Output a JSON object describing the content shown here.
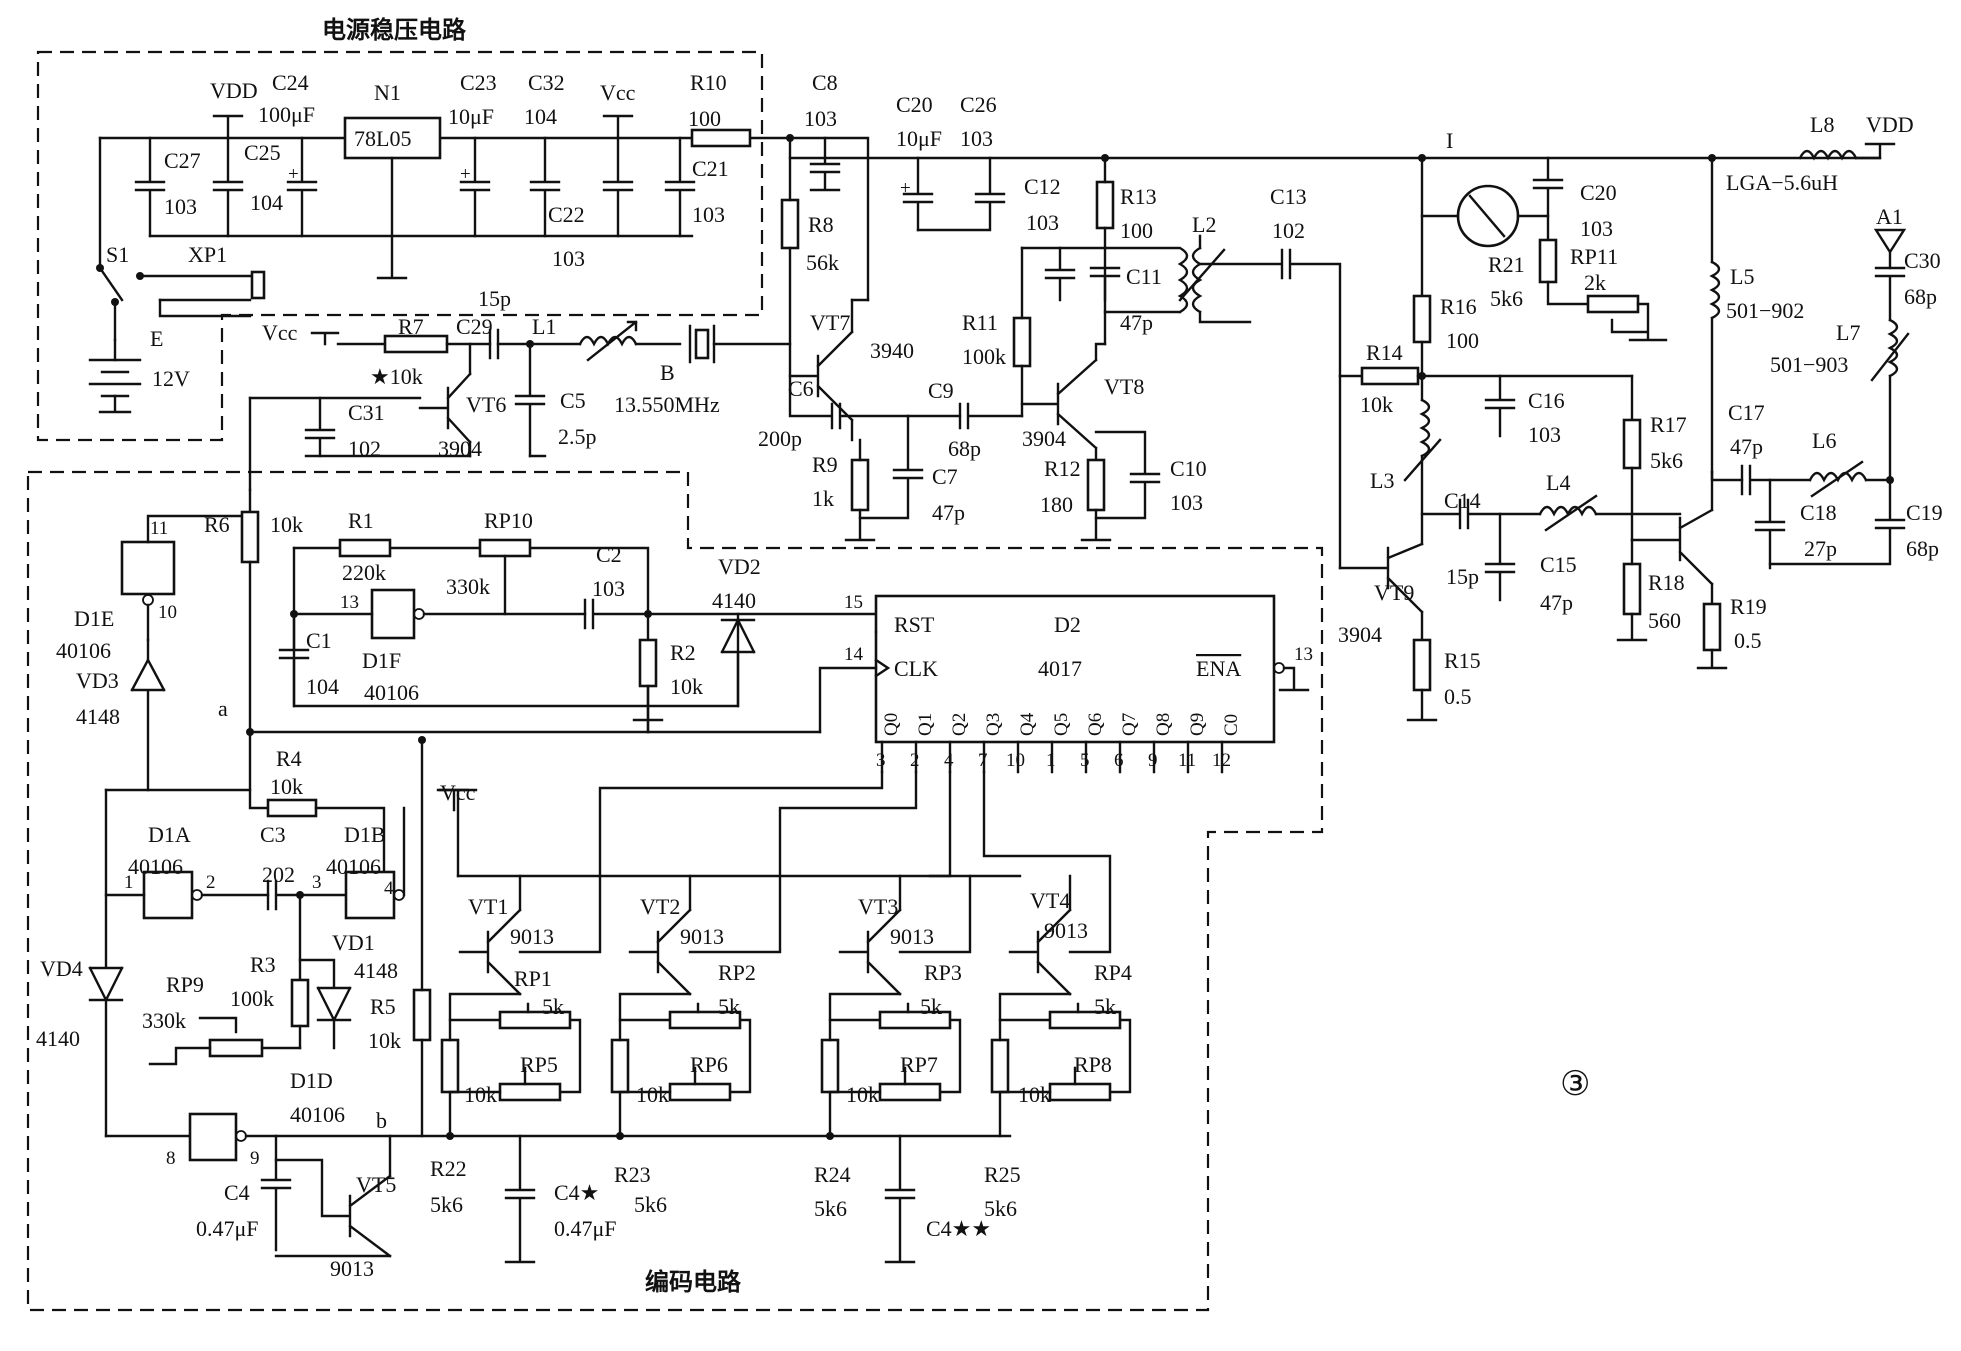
{
  "titles": {
    "power_section": "电源稳压电路",
    "encoder_section": "编码电路",
    "figure_number": "③"
  },
  "labels": [
    {
      "id": "vdd1",
      "text": "VDD"
    },
    {
      "id": "c24",
      "text": "C24"
    },
    {
      "id": "c24v",
      "text": "100μF"
    },
    {
      "id": "n1",
      "text": "N1"
    },
    {
      "id": "n1v",
      "text": "78L05"
    },
    {
      "id": "c23",
      "text": "C23"
    },
    {
      "id": "c23v",
      "text": "10μF"
    },
    {
      "id": "c32",
      "text": "C32"
    },
    {
      "id": "c32v",
      "text": "104"
    },
    {
      "id": "vcc1",
      "text": "Vcc"
    },
    {
      "id": "r10",
      "text": "R10"
    },
    {
      "id": "r10v",
      "text": "100"
    },
    {
      "id": "c8",
      "text": "C8"
    },
    {
      "id": "c8v",
      "text": "103"
    },
    {
      "id": "c27",
      "text": "C27"
    },
    {
      "id": "c27v",
      "text": "103"
    },
    {
      "id": "c25",
      "text": "C25"
    },
    {
      "id": "c25v",
      "text": "104"
    },
    {
      "id": "c22",
      "text": "C22"
    },
    {
      "id": "c22v",
      "text": "103"
    },
    {
      "id": "c21",
      "text": "C21"
    },
    {
      "id": "c21v",
      "text": "103"
    },
    {
      "id": "s1",
      "text": "S1"
    },
    {
      "id": "xp1",
      "text": "XP1"
    },
    {
      "id": "e",
      "text": "E"
    },
    {
      "id": "ev",
      "text": "12V"
    },
    {
      "id": "vcc2",
      "text": "Vcc"
    },
    {
      "id": "r7",
      "text": "R7"
    },
    {
      "id": "r7v",
      "text": "★10k"
    },
    {
      "id": "c29",
      "text": "C29"
    },
    {
      "id": "c29v",
      "text": "15p"
    },
    {
      "id": "l1",
      "text": "L1"
    },
    {
      "id": "b",
      "text": "B"
    },
    {
      "id": "bv",
      "text": "13.550MHz"
    },
    {
      "id": "c31",
      "text": "C31"
    },
    {
      "id": "c31v",
      "text": "102"
    },
    {
      "id": "vt6",
      "text": "VT6"
    },
    {
      "id": "vt6v",
      "text": "3904"
    },
    {
      "id": "c5",
      "text": "C5"
    },
    {
      "id": "c5v",
      "text": "2.5p"
    },
    {
      "id": "r8",
      "text": "R8"
    },
    {
      "id": "r8v",
      "text": "56k"
    },
    {
      "id": "vt7",
      "text": "VT7"
    },
    {
      "id": "vt7v",
      "text": "3940"
    },
    {
      "id": "c6",
      "text": "C6"
    },
    {
      "id": "c6v",
      "text": "200p"
    },
    {
      "id": "r9",
      "text": "R9"
    },
    {
      "id": "r9v",
      "text": "1k"
    },
    {
      "id": "c7",
      "text": "C7"
    },
    {
      "id": "c7v",
      "text": "47p"
    },
    {
      "id": "c9",
      "text": "C9"
    },
    {
      "id": "c9v",
      "text": "68p"
    },
    {
      "id": "c20a",
      "text": "C20"
    },
    {
      "id": "c20av",
      "text": "10μF"
    },
    {
      "id": "c26",
      "text": "C26"
    },
    {
      "id": "c26v",
      "text": "103"
    },
    {
      "id": "c12",
      "text": "C12"
    },
    {
      "id": "c12v",
      "text": "103"
    },
    {
      "id": "r13",
      "text": "R13"
    },
    {
      "id": "r13v",
      "text": "100"
    },
    {
      "id": "l2",
      "text": "L2"
    },
    {
      "id": "c13",
      "text": "C13"
    },
    {
      "id": "c13v",
      "text": "102"
    },
    {
      "id": "c11",
      "text": "C11"
    },
    {
      "id": "c11v",
      "text": "47p"
    },
    {
      "id": "r11",
      "text": "R11"
    },
    {
      "id": "r11v",
      "text": "100k"
    },
    {
      "id": "vt8",
      "text": "VT8"
    },
    {
      "id": "vt8v",
      "text": "3904"
    },
    {
      "id": "r12",
      "text": "R12"
    },
    {
      "id": "r12v",
      "text": "180"
    },
    {
      "id": "c10",
      "text": "C10"
    },
    {
      "id": "c10v",
      "text": "103"
    },
    {
      "id": "i",
      "text": "I"
    },
    {
      "id": "c20b",
      "text": "C20"
    },
    {
      "id": "c20bv",
      "text": "103"
    },
    {
      "id": "r21",
      "text": "R21"
    },
    {
      "id": "r21v",
      "text": "5k6"
    },
    {
      "id": "rp11",
      "text": "RP11"
    },
    {
      "id": "rp11v",
      "text": "2k"
    },
    {
      "id": "r16",
      "text": "R16"
    },
    {
      "id": "r16v",
      "text": "100"
    },
    {
      "id": "r14",
      "text": "R14"
    },
    {
      "id": "r14v",
      "text": "10k"
    },
    {
      "id": "c16",
      "text": "C16"
    },
    {
      "id": "c16v",
      "text": "103"
    },
    {
      "id": "l8",
      "text": "L8"
    },
    {
      "id": "l8v",
      "text": "LGA−5.6uH"
    },
    {
      "id": "vdd2",
      "text": "VDD"
    },
    {
      "id": "a1",
      "text": "A1"
    },
    {
      "id": "c30",
      "text": "C30"
    },
    {
      "id": "c30v",
      "text": "68p"
    },
    {
      "id": "l5",
      "text": "L5"
    },
    {
      "id": "l5v",
      "text": "501−902"
    },
    {
      "id": "l7",
      "text": "L7"
    },
    {
      "id": "l7v",
      "text": "501−903"
    },
    {
      "id": "r17",
      "text": "R17"
    },
    {
      "id": "r17v",
      "text": "5k6"
    },
    {
      "id": "c17",
      "text": "C17"
    },
    {
      "id": "c17v",
      "text": "47p"
    },
    {
      "id": "l6",
      "text": "L6"
    },
    {
      "id": "l3",
      "text": "L3"
    },
    {
      "id": "c14",
      "text": "C14"
    },
    {
      "id": "c14v",
      "text": "15p"
    },
    {
      "id": "l4",
      "text": "L4"
    },
    {
      "id": "c15",
      "text": "C15"
    },
    {
      "id": "c15v",
      "text": "47p"
    },
    {
      "id": "c18",
      "text": "C18"
    },
    {
      "id": "c18v",
      "text": "27p"
    },
    {
      "id": "c19",
      "text": "C19"
    },
    {
      "id": "c19v",
      "text": "68p"
    },
    {
      "id": "vt9",
      "text": "VT9"
    },
    {
      "id": "vt9v",
      "text": "3904"
    },
    {
      "id": "r18",
      "text": "R18"
    },
    {
      "id": "r18v",
      "text": "560"
    },
    {
      "id": "r19",
      "text": "R19"
    },
    {
      "id": "r19v",
      "text": "0.5"
    },
    {
      "id": "r15",
      "text": "R15"
    },
    {
      "id": "r15v",
      "text": "0.5"
    },
    {
      "id": "d1e",
      "text": "D1E"
    },
    {
      "id": "d1ev",
      "text": "40106"
    },
    {
      "id": "vd3",
      "text": "VD3"
    },
    {
      "id": "vd3v",
      "text": "4148"
    },
    {
      "id": "r6",
      "text": "R6"
    },
    {
      "id": "r6v",
      "text": "10k"
    },
    {
      "id": "r1",
      "text": "R1"
    },
    {
      "id": "r1v",
      "text": "220k"
    },
    {
      "id": "rp10",
      "text": "RP10"
    },
    {
      "id": "rp10v",
      "text": "330k"
    },
    {
      "id": "c2",
      "text": "C2"
    },
    {
      "id": "c2v",
      "text": "103"
    },
    {
      "id": "vd2",
      "text": "VD2"
    },
    {
      "id": "vd2v",
      "text": "4140"
    },
    {
      "id": "c1",
      "text": "C1"
    },
    {
      "id": "c1v",
      "text": "104"
    },
    {
      "id": "d1f",
      "text": "D1F"
    },
    {
      "id": "d1fv",
      "text": "40106"
    },
    {
      "id": "r2",
      "text": "R2"
    },
    {
      "id": "r2v",
      "text": "10k"
    },
    {
      "id": "rst",
      "text": "RST"
    },
    {
      "id": "clk",
      "text": "CLK"
    },
    {
      "id": "d2",
      "text": "D2"
    },
    {
      "id": "d2v",
      "text": "4017"
    },
    {
      "id": "ena",
      "text": "ENA"
    },
    {
      "id": "q0",
      "text": "Q0"
    },
    {
      "id": "q1",
      "text": "Q1"
    },
    {
      "id": "q2",
      "text": "Q2"
    },
    {
      "id": "q3",
      "text": "Q3"
    },
    {
      "id": "q4",
      "text": "Q4"
    },
    {
      "id": "q5",
      "text": "Q5"
    },
    {
      "id": "q6",
      "text": "Q6"
    },
    {
      "id": "q7",
      "text": "Q7"
    },
    {
      "id": "q8",
      "text": "Q8"
    },
    {
      "id": "q9",
      "text": "Q9"
    },
    {
      "id": "co",
      "text": "C0"
    },
    {
      "id": "na",
      "text": "a"
    },
    {
      "id": "nb",
      "text": "b"
    },
    {
      "id": "r4",
      "text": "R4"
    },
    {
      "id": "r4v",
      "text": "10k"
    },
    {
      "id": "c3",
      "text": "C3"
    },
    {
      "id": "c3v",
      "text": "202"
    },
    {
      "id": "d1a",
      "text": "D1A"
    },
    {
      "id": "d1av",
      "text": "40106"
    },
    {
      "id": "d1b",
      "text": "D1B"
    },
    {
      "id": "d1bv",
      "text": "40106"
    },
    {
      "id": "vd1",
      "text": "VD1"
    },
    {
      "id": "vd1v",
      "text": "4148"
    },
    {
      "id": "vd4",
      "text": "VD4"
    },
    {
      "id": "vd4v",
      "text": "4140"
    },
    {
      "id": "rp9",
      "text": "RP9"
    },
    {
      "id": "rp9v",
      "text": "330k"
    },
    {
      "id": "r3",
      "text": "R3"
    },
    {
      "id": "r3v",
      "text": "100k"
    },
    {
      "id": "d1d",
      "text": "D1D"
    },
    {
      "id": "d1dv",
      "text": "40106"
    },
    {
      "id": "r5",
      "text": "R5"
    },
    {
      "id": "r5v",
      "text": "10k"
    },
    {
      "id": "c4",
      "text": "C4"
    },
    {
      "id": "c4v",
      "text": "0.47μF"
    },
    {
      "id": "vt5",
      "text": "VT5"
    },
    {
      "id": "vt5v",
      "text": "9013"
    },
    {
      "id": "vcc3",
      "text": "Vcc"
    },
    {
      "id": "vt1",
      "text": "VT1"
    },
    {
      "id": "vt1v",
      "text": "9013"
    },
    {
      "id": "vt2",
      "text": "VT2"
    },
    {
      "id": "vt2v",
      "text": "9013"
    },
    {
      "id": "vt3",
      "text": "VT3"
    },
    {
      "id": "vt3v",
      "text": "9013"
    },
    {
      "id": "vt4",
      "text": "VT4"
    },
    {
      "id": "vt4v",
      "text": "9013"
    },
    {
      "id": "rp1",
      "text": "RP1"
    },
    {
      "id": "rp1v",
      "text": "5k"
    },
    {
      "id": "rp2",
      "text": "RP2"
    },
    {
      "id": "rp2v",
      "text": "5k"
    },
    {
      "id": "rp3",
      "text": "RP3"
    },
    {
      "id": "rp3v",
      "text": "5k"
    },
    {
      "id": "rp4",
      "text": "RP4"
    },
    {
      "id": "rp4v",
      "text": "5k"
    },
    {
      "id": "rp5",
      "text": "RP5"
    },
    {
      "id": "rp5v",
      "text": "10k"
    },
    {
      "id": "rp6",
      "text": "RP6"
    },
    {
      "id": "rp6v",
      "text": "10k"
    },
    {
      "id": "rp7",
      "text": "RP7"
    },
    {
      "id": "rp7v",
      "text": "10k"
    },
    {
      "id": "rp8",
      "text": "RP8"
    },
    {
      "id": "rp8v",
      "text": "10k"
    },
    {
      "id": "r22",
      "text": "R22"
    },
    {
      "id": "r22v",
      "text": "5k6"
    },
    {
      "id": "r23",
      "text": "R23"
    },
    {
      "id": "r23v",
      "text": "5k6"
    },
    {
      "id": "r24",
      "text": "R24"
    },
    {
      "id": "r24v",
      "text": "5k6"
    },
    {
      "id": "r25",
      "text": "R25"
    },
    {
      "id": "r25v",
      "text": "5k6"
    },
    {
      "id": "c4s",
      "text": "C4★"
    },
    {
      "id": "c4sv",
      "text": "0.47μF"
    },
    {
      "id": "c4ss",
      "text": "C4★★"
    }
  ],
  "pins": [
    {
      "id": "p11",
      "text": "11"
    },
    {
      "id": "p10",
      "text": "10"
    },
    {
      "id": "p13a",
      "text": "13"
    },
    {
      "id": "p15",
      "text": "15"
    },
    {
      "id": "p14",
      "text": "14"
    },
    {
      "id": "p13b",
      "text": "13"
    },
    {
      "id": "pq3",
      "text": "3"
    },
    {
      "id": "pq2",
      "text": "2"
    },
    {
      "id": "pq4",
      "text": "4"
    },
    {
      "id": "pq7",
      "text": "7"
    },
    {
      "id": "pq10",
      "text": "10"
    },
    {
      "id": "pq1",
      "text": "1"
    },
    {
      "id": "pq5",
      "text": "5"
    },
    {
      "id": "pq6",
      "text": "6"
    },
    {
      "id": "pq9",
      "text": "9"
    },
    {
      "id": "pq11",
      "text": "11"
    },
    {
      "id": "pq12",
      "text": "12"
    },
    {
      "id": "pa1",
      "text": "1"
    },
    {
      "id": "pa2",
      "text": "2"
    },
    {
      "id": "pb3",
      "text": "3"
    },
    {
      "id": "pb4",
      "text": "4"
    },
    {
      "id": "pd8",
      "text": "8"
    },
    {
      "id": "pd9",
      "text": "9"
    }
  ]
}
